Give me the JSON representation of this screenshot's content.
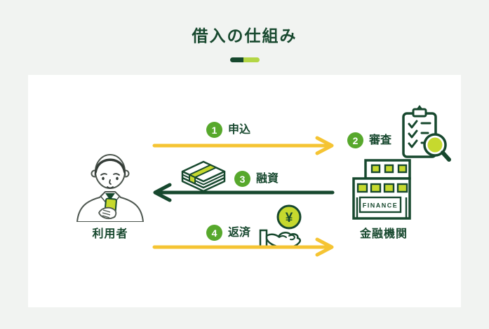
{
  "title": "借入の仕組み",
  "colors": {
    "dark_green": "#17482e",
    "badge_green": "#57a82c",
    "lime": "#c6d92e",
    "arrow_yellow": "#f5c433",
    "underline_light": "#b3d645",
    "background": "#f1f3f1",
    "card": "#ffffff"
  },
  "actors": {
    "user": {
      "label": "利用者",
      "icon": "person-with-phone-icon"
    },
    "institution": {
      "label": "金融機関",
      "sign_text": "FINANCE",
      "icon": "bank-building-icon"
    }
  },
  "steps": {
    "apply": {
      "num": "1",
      "label": "申込",
      "direction": "right",
      "arrow_color": "yellow"
    },
    "screening": {
      "num": "2",
      "label": "審査",
      "icon": "clipboard-magnifier-icon"
    },
    "loan": {
      "num": "3",
      "label": "融資",
      "direction": "left",
      "arrow_color": "dark-green",
      "icon": "banknotes-icon"
    },
    "repayment": {
      "num": "4",
      "label": "返済",
      "direction": "right",
      "arrow_color": "yellow",
      "icon": "hand-coin-icon"
    }
  },
  "coin_symbol": "¥"
}
